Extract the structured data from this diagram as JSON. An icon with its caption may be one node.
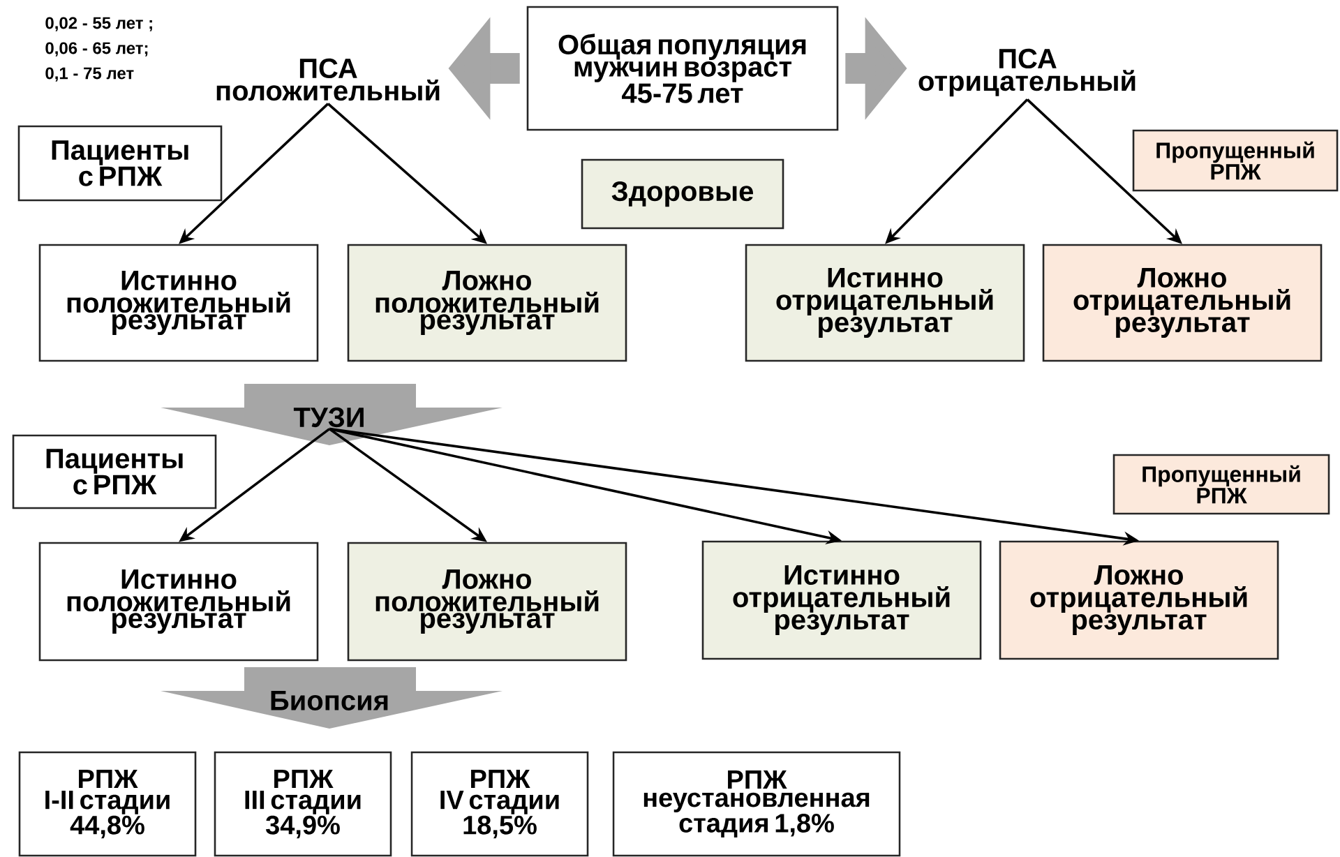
{
  "diagram": {
    "nodes": [
      {
        "text": [
          "Общая популяция мужчин возраст 45-75 лет"
        ]
      },
      {
        "text": [
          "ПСА положительный"
        ]
      },
      {
        "text": [
          "ПСА отрицательный"
        ]
      },
      {
        "text": [
          "Пациенты с РПЖ"
        ]
      },
      {
        "text": [
          "Здоровые"
        ]
      },
      {
        "text": [
          "Пропущенный РПЖ"
        ]
      },
      {
        "text": [
          "Истинно положительный результат"
        ]
      },
      {
        "text": [
          "Ложно положительный результат"
        ]
      },
      {
        "text": [
          "Истинно отрицательный результат"
        ]
      },
      {
        "text": [
          "Ложно отрицательный результат"
        ]
      },
      {
        "text": [
          "ТУЗИ"
        ]
      },
      {
        "text": [
          "Пациенты с РПЖ"
        ]
      },
      {
        "text": [
          "Пропущенный РПЖ"
        ]
      },
      {
        "text": [
          "Истинно положительный результат"
        ]
      },
      {
        "text": [
          "Ложно положительный результат"
        ]
      },
      {
        "text": [
          "Истинно отрицательный результат"
        ]
      },
      {
        "text": [
          "Ложно отрицательный результат"
        ]
      },
      {
        "text": [
          "Биопсия"
        ]
      },
      {
        "text": [
          "РПЖ",
          "I-II стадии 44,8%"
        ]
      },
      {
        "text": [
          "РПЖ",
          "III стадии 34,9%"
        ]
      },
      {
        "text": [
          "РПЖ",
          "IV стадии 18,5%"
        ]
      },
      {
        "text": [
          "РПЖ",
          "неустановленная стадия 1,8%"
        ]
      }
    ],
    "edges": [
      {
        "from": 0,
        "to": 1,
        "arrow": "to",
        "style": "thick",
        "color": "#a6a6a6"
      },
      {
        "from": 0,
        "to": 2,
        "arrow": "to",
        "style": "thick",
        "color": "#a6a6a6"
      },
      {
        "from": 1,
        "to": 6,
        "arrow": "to"
      },
      {
        "from": 1,
        "to": 7,
        "arrow": "to"
      },
      {
        "from": 2,
        "to": 8,
        "arrow": "to"
      },
      {
        "from": 2,
        "to": 9,
        "arrow": "to"
      },
      {
        "from": 10,
        "to": 13,
        "arrow": "to"
      },
      {
        "from": 10,
        "to": 14,
        "arrow": "to"
      },
      {
        "from": 10,
        "to": 15,
        "arrow": "to"
      },
      {
        "from": 10,
        "to": 16,
        "arrow": "to"
      }
    ],
    "labels": [
      "0,02 - 55 лет ;",
      "0,06 - 65 лет;",
      "0,1 - 75 лет"
    ]
  }
}
